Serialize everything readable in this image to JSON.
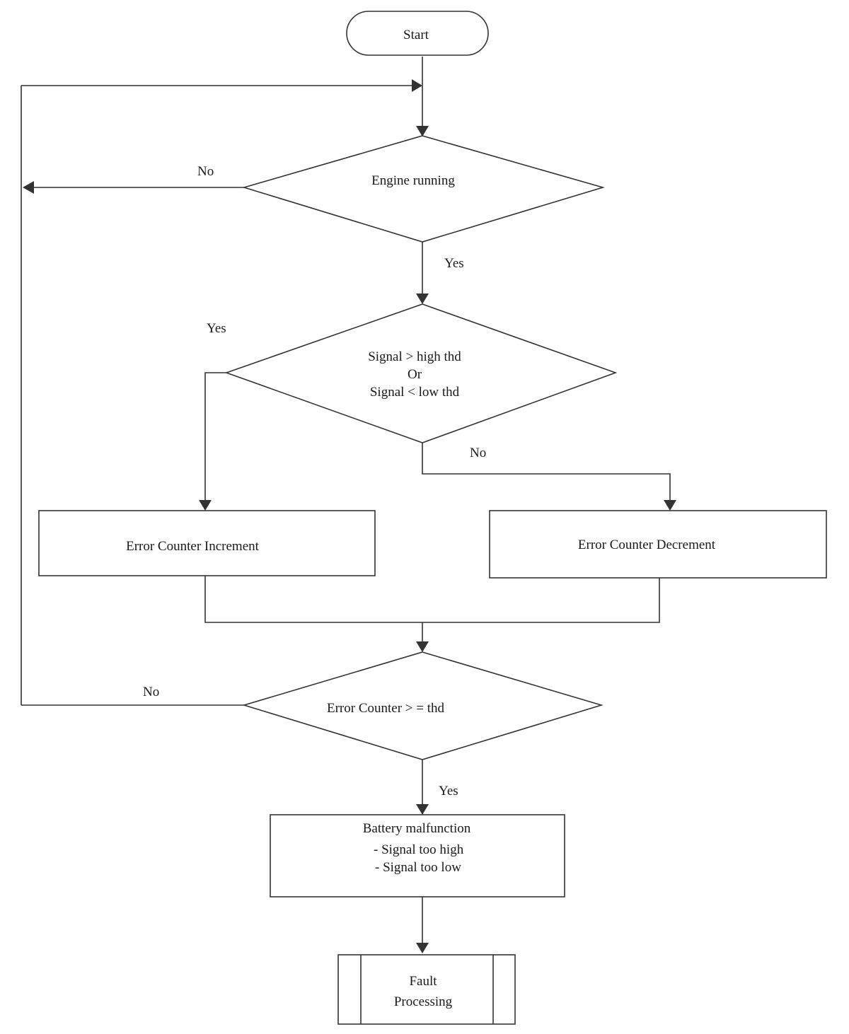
{
  "nodes": {
    "start": {
      "label": "Start"
    },
    "engine_running": {
      "label": "Engine running"
    },
    "signal_check": {
      "lines": [
        "Signal > high thd",
        "Or",
        "Signal < low thd"
      ]
    },
    "increment": {
      "label": "Error Counter Increment"
    },
    "decrement": {
      "label": "Error Counter Decrement"
    },
    "counter_check": {
      "label": "Error Counter > = thd"
    },
    "malfunction": {
      "lines": [
        "Battery malfunction",
        "- Signal too high",
        "- Signal too low"
      ]
    },
    "fault": {
      "lines": [
        "Fault",
        "Processing"
      ]
    }
  },
  "edges": {
    "engine_no": "No",
    "engine_yes": "Yes",
    "signal_yes": "Yes",
    "signal_no": "No",
    "counter_no": "No",
    "counter_yes": "Yes"
  },
  "colors": {
    "line": "#333333",
    "text": "#1a1a1a",
    "background": "#ffffff"
  }
}
